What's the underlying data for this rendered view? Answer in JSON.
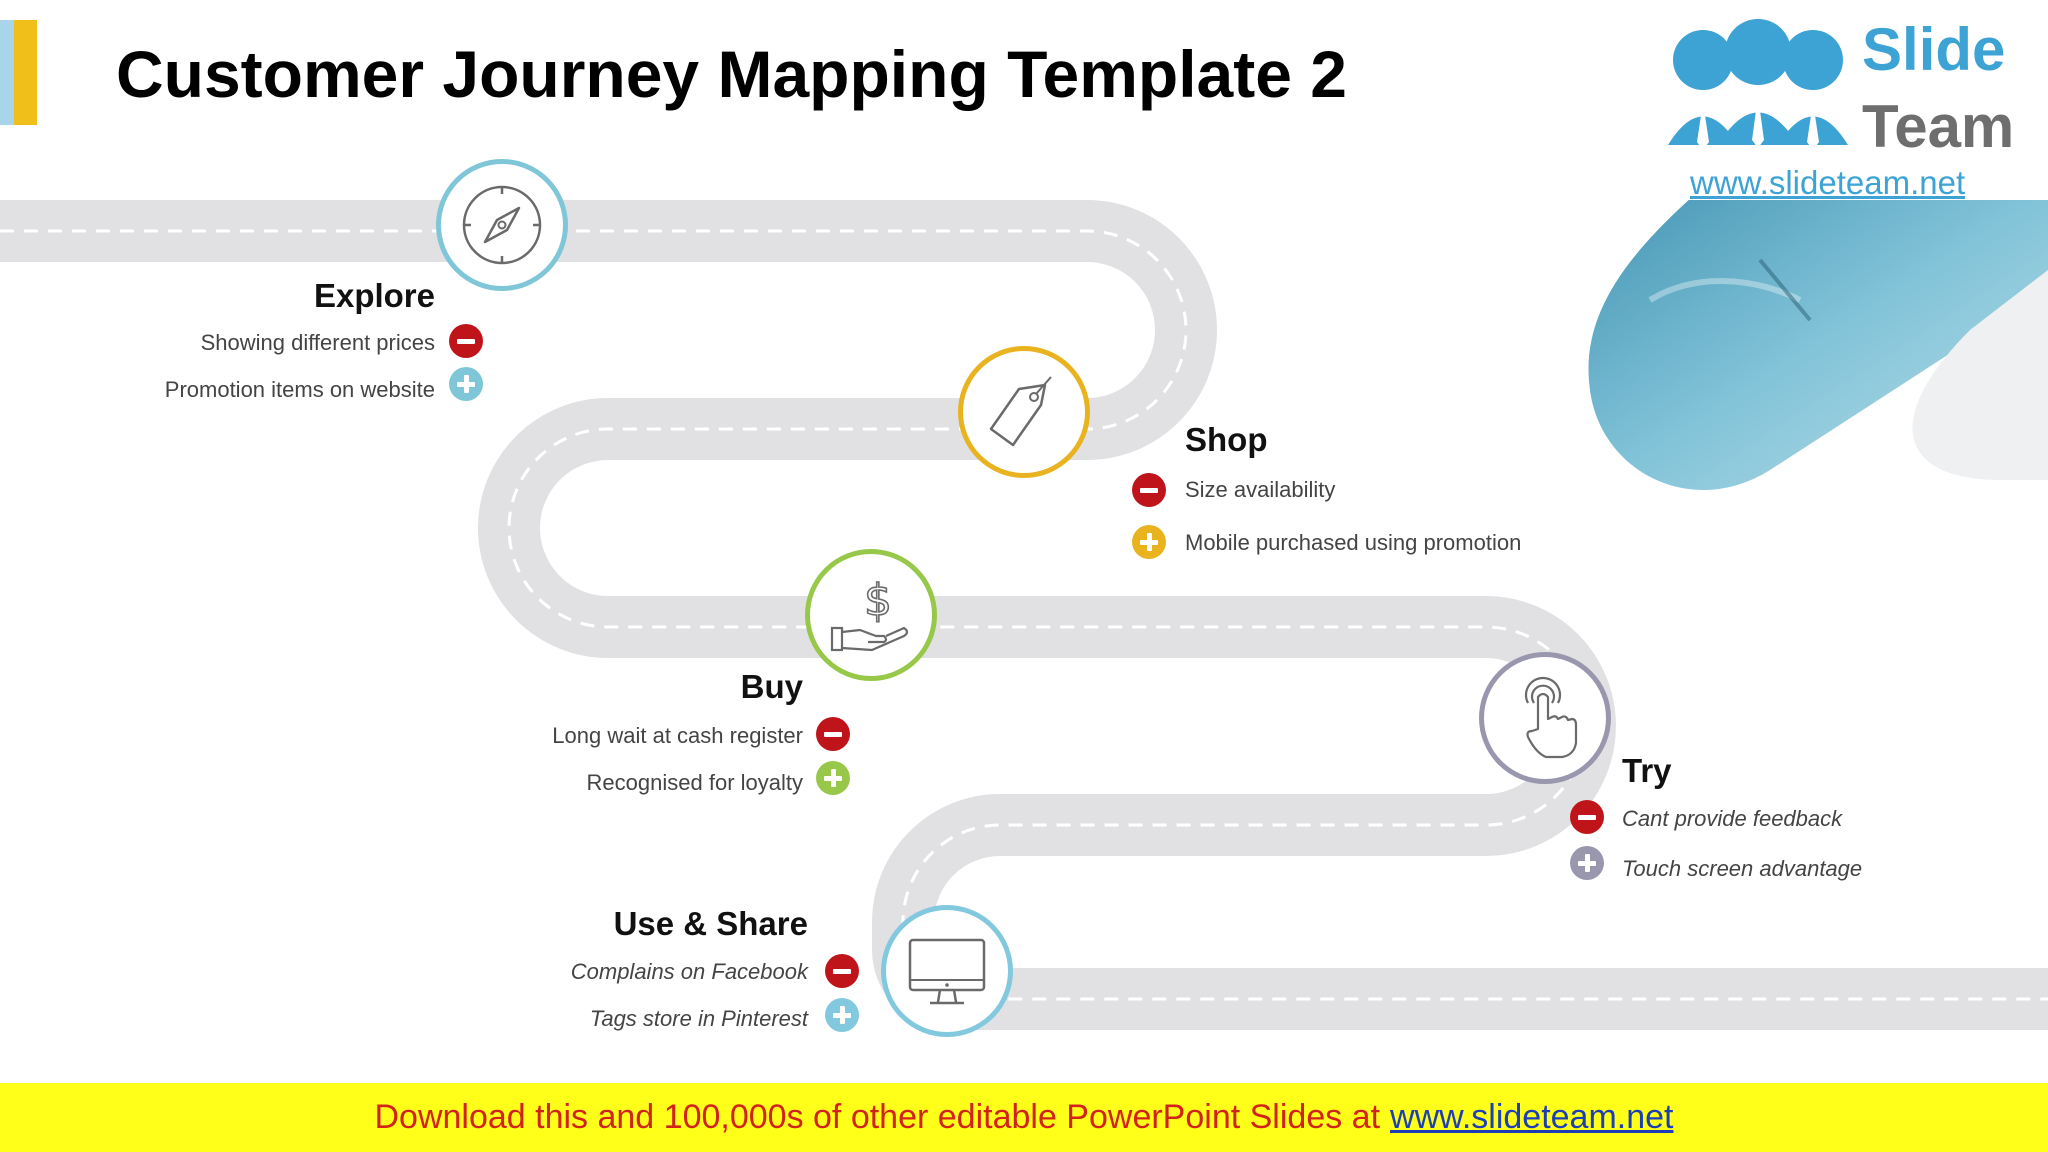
{
  "title": "Customer Journey Mapping Template 2",
  "logo": {
    "word1": "Slide",
    "word2": "Team",
    "url": "www.slideteam.net"
  },
  "colors": {
    "minus": "#c0141b",
    "explore": "#7fc6d9",
    "shop": "#e8b31f",
    "buy": "#98c84a",
    "try": "#9897ad",
    "use_share": "#82c8de",
    "road": "#e1e1e4"
  },
  "stages": [
    {
      "title": "Explore",
      "icon": "compass-icon",
      "items": [
        {
          "type": "minus",
          "text": "Showing different prices"
        },
        {
          "type": "plus",
          "text": "Promotion items on website"
        }
      ]
    },
    {
      "title": "Shop",
      "icon": "price-tag-icon",
      "items": [
        {
          "type": "minus",
          "text": "Size availability"
        },
        {
          "type": "plus",
          "text": "Mobile purchased using promotion"
        }
      ]
    },
    {
      "title": "Buy",
      "icon": "hand-dollar-icon",
      "items": [
        {
          "type": "minus",
          "text": "Long wait at cash register"
        },
        {
          "type": "plus",
          "text": "Recognised for loyalty"
        }
      ]
    },
    {
      "title": "Try",
      "icon": "touch-hand-icon",
      "items": [
        {
          "type": "minus",
          "text": "Cant provide feedback"
        },
        {
          "type": "plus",
          "text": "Touch screen advantage"
        }
      ]
    },
    {
      "title": "Use & Share",
      "icon": "monitor-icon",
      "items": [
        {
          "type": "minus",
          "text": "Complains on Facebook"
        },
        {
          "type": "plus",
          "text": "Tags store in Pinterest"
        }
      ]
    }
  ],
  "footer": {
    "text": "Download this and 100,000s of other editable PowerPoint Slides at",
    "link": "www.slideteam.net"
  }
}
